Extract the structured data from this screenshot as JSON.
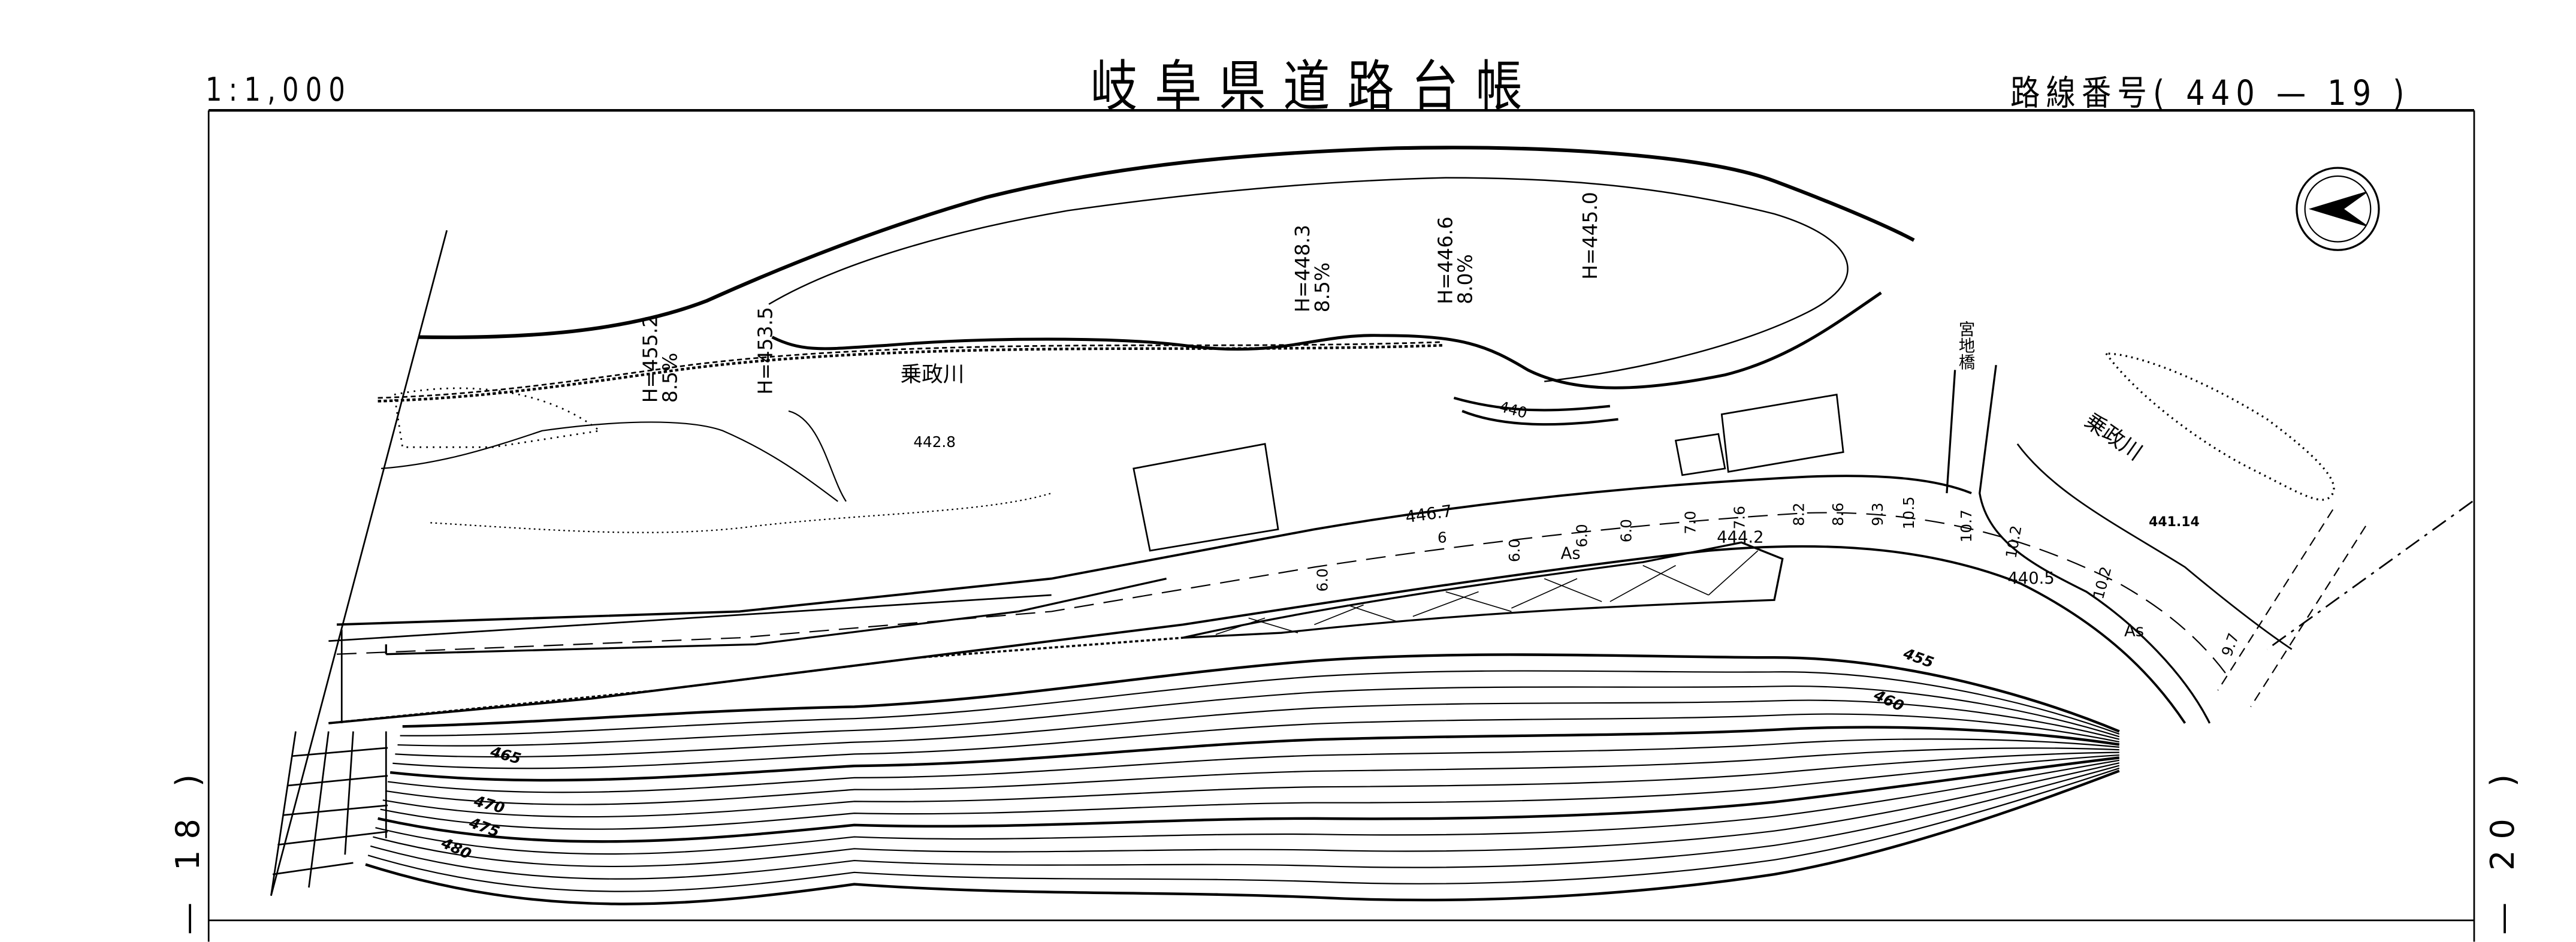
{
  "header": {
    "title": "岐阜県道路台帳",
    "scale": "1:1,000",
    "route_number": "路線番号( 440 — 19 )"
  },
  "sheet_links": {
    "previous": "— 18 )",
    "next": "— 20 )"
  },
  "map": {
    "river_labels": [
      "乗政川",
      "乗政川"
    ],
    "bridge_label": "宮地橋",
    "elevations": {
      "h1": "H=455.2",
      "g1": "8.5%",
      "h2": "H=453.5",
      "h3": "H=448.3",
      "g3": "8.5%",
      "h4": "H=446.6",
      "g4": "8.0%",
      "h5": "H=445.0"
    },
    "spot_heights": [
      "442.8",
      "440",
      "446.7",
      "444.2",
      "440.5",
      "441.14"
    ],
    "surface_labels": [
      "As",
      "As"
    ],
    "road_widths": [
      "6.0",
      "6.0",
      "6.0",
      "6.0",
      "7.0",
      "7.6",
      "8.2",
      "8.6",
      "9.3",
      "10.5",
      "10.7",
      "10.2",
      "10.2",
      "9.7",
      "6"
    ],
    "contours": [
      "455",
      "460",
      "465",
      "470",
      "475",
      "480"
    ]
  },
  "colors": {
    "ink": "#000000",
    "paper": "#ffffff"
  }
}
